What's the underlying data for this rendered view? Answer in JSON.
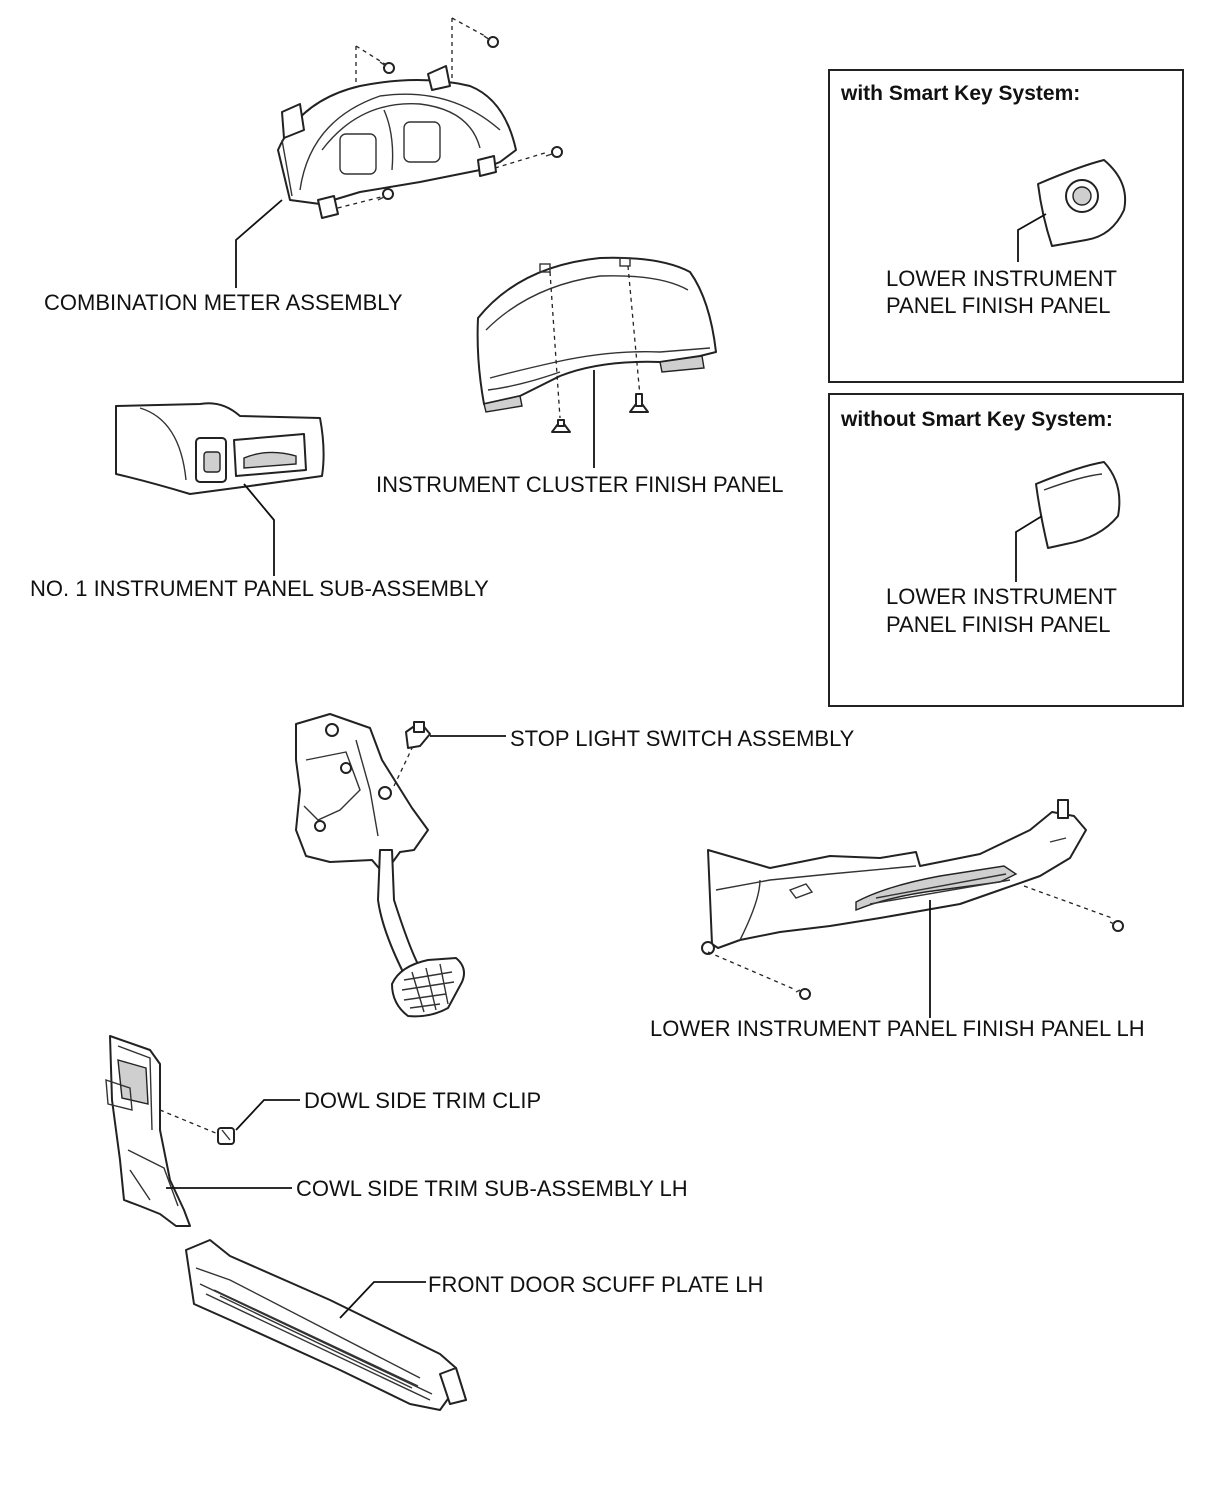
{
  "labels": {
    "combination_meter": "COMBINATION METER ASSEMBLY",
    "instrument_cluster_finish_panel": "INSTRUMENT CLUSTER FINISH PANEL",
    "no1_instrument_panel": "NO. 1 INSTRUMENT PANEL SUB-ASSEMBLY",
    "stop_light_switch": "STOP LIGHT SWITCH ASSEMBLY",
    "lower_panel_lh": "LOWER INSTRUMENT PANEL FINISH PANEL LH",
    "dowl_clip": "DOWL SIDE TRIM CLIP",
    "cowl_side_trim": "COWL SIDE TRIM SUB-ASSEMBLY LH",
    "scuff_plate": "FRONT DOOR SCUFF PLATE LH"
  },
  "inset_smart": {
    "title": "with Smart Key System:",
    "label_line1": "LOWER INSTRUMENT",
    "label_line2": "PANEL FINISH PANEL"
  },
  "inset_no_smart": {
    "title": "without Smart Key System:",
    "label_line1": "LOWER INSTRUMENT",
    "label_line2": "PANEL FINISH PANEL"
  }
}
